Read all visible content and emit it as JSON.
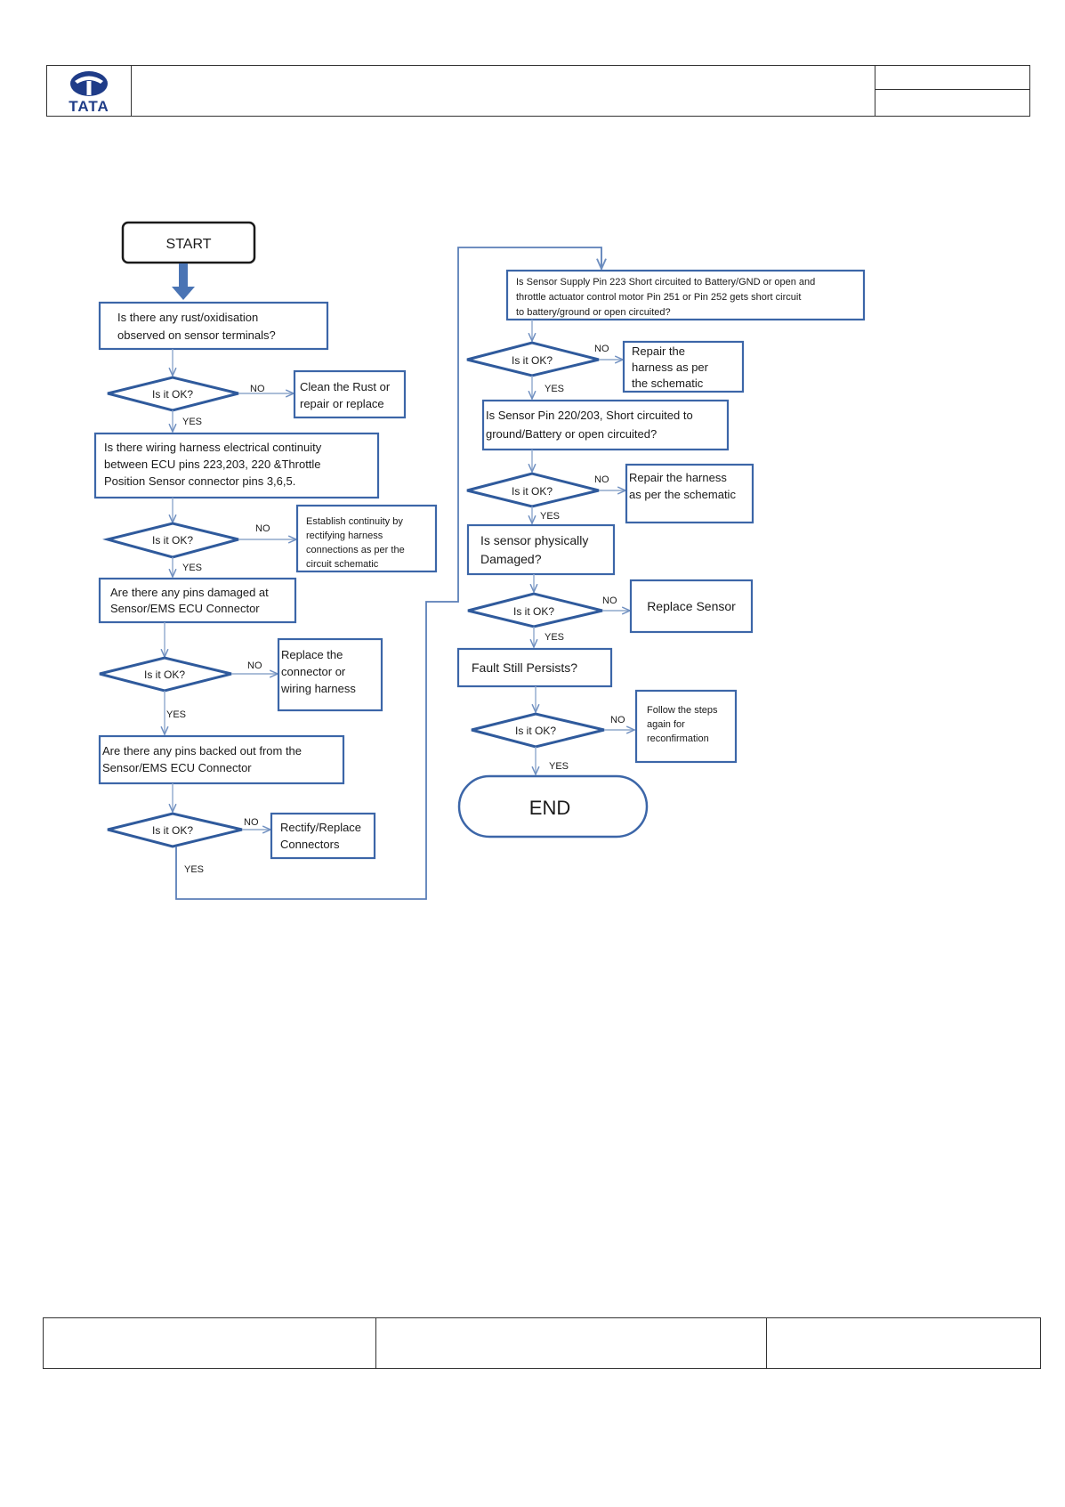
{
  "logo": {
    "text": "TATA"
  },
  "flow": {
    "start": "START",
    "end": "END",
    "ok": "Is it OK?",
    "yes": "YES",
    "no": "NO",
    "left": [
      {
        "q": [
          "Is there any rust/oxidisation",
          "observed on sensor terminals?"
        ],
        "fix": [
          "Clean the Rust or",
          "repair or replace"
        ]
      },
      {
        "q": [
          "Is there wiring harness electrical continuity",
          "between ECU pins 223,203, 220 &Throttle",
          "Position Sensor connector pins 3,6,5."
        ],
        "fix": [
          "Establish continuity by",
          "rectifying harness",
          "connections as per the",
          "circuit schematic"
        ]
      },
      {
        "q": [
          "Are there any pins damaged at",
          "Sensor/EMS ECU Connector"
        ],
        "fix": [
          "Replace the",
          "connector or",
          "wiring harness"
        ]
      },
      {
        "q": [
          "Are there any pins backed out from the",
          "Sensor/EMS ECU Connector"
        ],
        "fix": [
          "Rectify/Replace",
          "Connectors"
        ]
      }
    ],
    "right": [
      {
        "q": [
          "Is Sensor Supply Pin 223 Short circuited to Battery/GND or open and",
          "throttle actuator control motor Pin 251 or Pin 252 gets short circuit",
          "to battery/ground or open circuited?"
        ],
        "fix": [
          "Repair the",
          "harness as per",
          "the schematic"
        ]
      },
      {
        "q": [
          "Is Sensor Pin 220/203, Short circuited to",
          "ground/Battery  or open circuited?"
        ],
        "fix": [
          "Repair the harness",
          "as per the schematic"
        ]
      },
      {
        "q": [
          "Is sensor physically",
          "Damaged?"
        ],
        "fix": [
          "Replace Sensor"
        ]
      },
      {
        "q": [
          "Fault Still Persists?"
        ],
        "fix": [
          "Follow the steps",
          "again for",
          "reconfirmation"
        ]
      }
    ]
  }
}
